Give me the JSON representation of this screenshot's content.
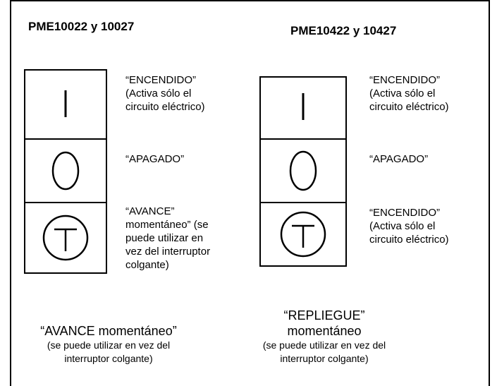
{
  "left": {
    "title": "PME10022 y 10027",
    "labels": {
      "on": "“ENCENDIDO”\n(Activa sólo el\ncircuito eléctrico)",
      "off": "“APAGADO”",
      "third": "“AVANCE”\nmomentáneo” (se\npuede utilizar en\nvez del interruptor\ncolgante)"
    },
    "bottom": {
      "heading": "“AVANCE momentáneo”",
      "note": "(se puede utilizar en vez del\ninterruptor colgante)"
    }
  },
  "right": {
    "title": "PME10422 y 10427",
    "labels": {
      "on": "“ENCENDIDO”\n(Activa sólo el\ncircuito eléctrico)",
      "off": "“APAGADO”",
      "third": "“ENCENDIDO”\n(Activa sólo el\ncircuito eléctrico)"
    },
    "bottom": {
      "heading": "“REPLIEGUE”\nmomentáneo",
      "note": "(se puede utilizar en vez del\ninterruptor colgante)"
    }
  },
  "symbols": {
    "on": "vertical-line-icon",
    "off": "circle-icon",
    "momentary": "circled-t-icon"
  }
}
